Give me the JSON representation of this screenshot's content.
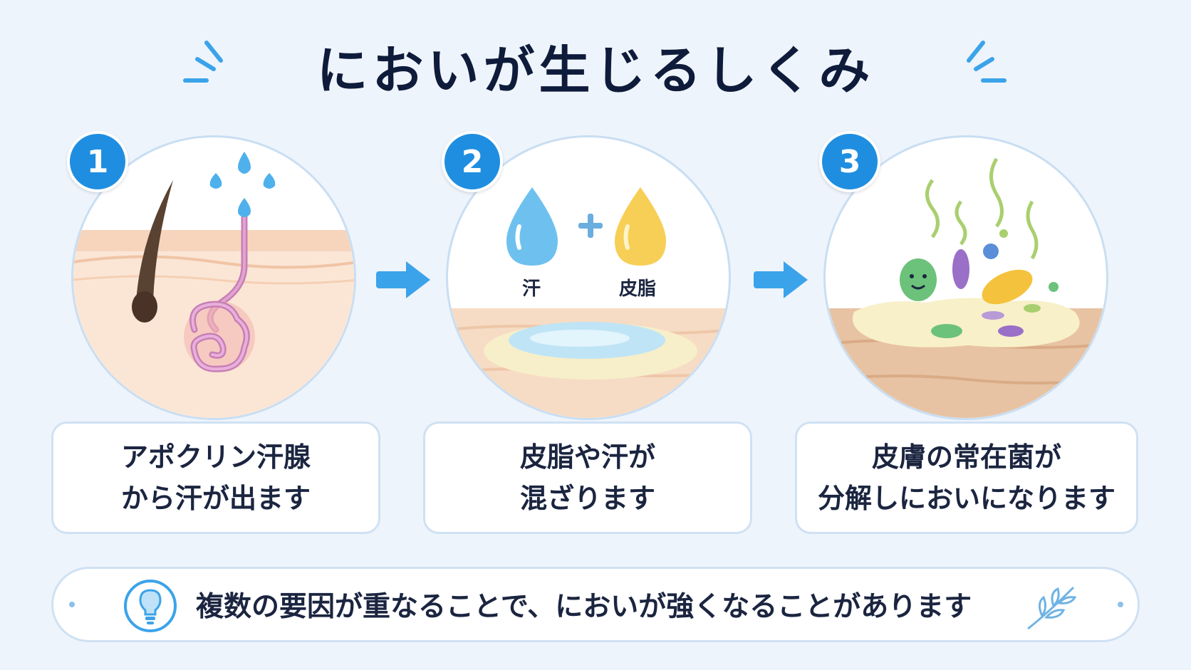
{
  "title": "においが生じるしくみ",
  "steps": [
    {
      "number": "1",
      "caption_line1": "アポクリン汗腺",
      "caption_line2": "から汗が出ます"
    },
    {
      "number": "2",
      "caption_line1": "皮脂や汗が",
      "caption_line2": "混ざります",
      "label_sweat": "汗",
      "label_sebum": "皮脂"
    },
    {
      "number": "3",
      "caption_line1": "皮膚の常在菌が",
      "caption_line2": "分解しにおいになります"
    }
  ],
  "tip": {
    "text": "複数の要因が重なることで、においが強くなることがあります",
    "icon": "lightbulb-icon"
  },
  "colors": {
    "accent": "#1f8ee0",
    "title": "#0f1b3a",
    "background": "#eef4fb"
  }
}
